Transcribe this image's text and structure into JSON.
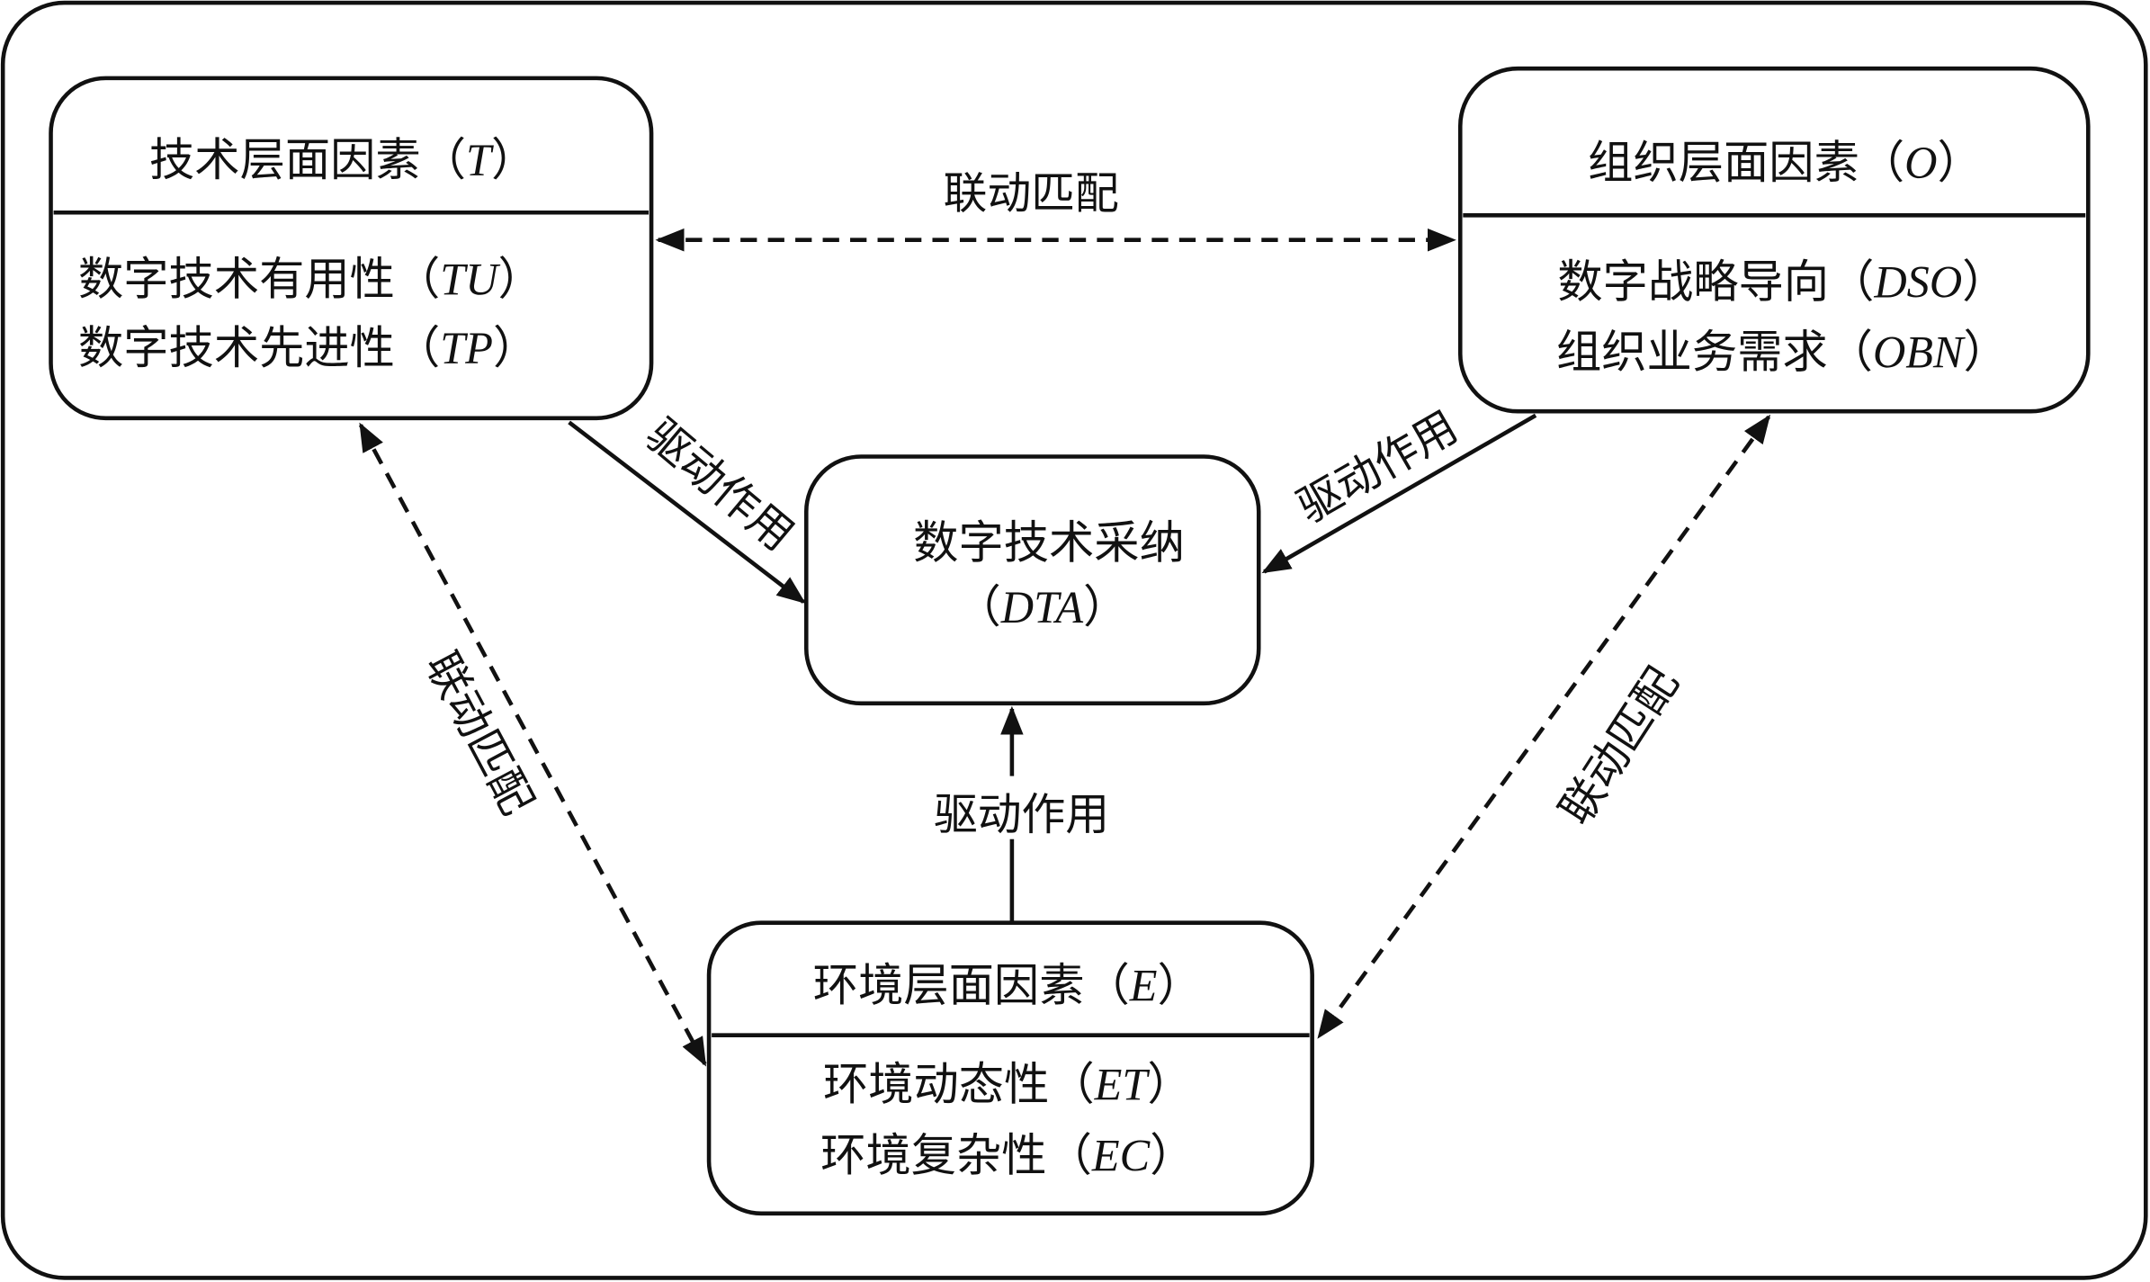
{
  "colors": {
    "stroke": "#111111",
    "background": "#ffffff"
  },
  "nodes": {
    "tech": {
      "title": {
        "text": "技术层面因素（",
        "code": "T",
        "close": "）"
      },
      "items": [
        {
          "text": "数字技术有用性（",
          "code": "TU",
          "close": "）"
        },
        {
          "text": "数字技术先进性（",
          "code": "TP",
          "close": "）"
        }
      ]
    },
    "org": {
      "title": {
        "text": "组织层面因素（",
        "code": "O",
        "close": "）"
      },
      "items": [
        {
          "text": "数字战略导向（",
          "code": "DSO",
          "close": "）"
        },
        {
          "text": "组织业务需求（",
          "code": "OBN",
          "close": "）"
        }
      ]
    },
    "dta": {
      "title": {
        "text": "数字技术采纳"
      },
      "sub": {
        "text": "（",
        "code": "DTA",
        "close": "）"
      }
    },
    "env": {
      "title": {
        "text": "环境层面因素（",
        "code": "E",
        "close": "）"
      },
      "items": [
        {
          "text": "环境动态性（",
          "code": "ET",
          "close": "）"
        },
        {
          "text": "环境复杂性（",
          "code": "EC",
          "close": "）"
        }
      ]
    }
  },
  "edges": {
    "tech_org": "联动匹配",
    "tech_env": "联动匹配",
    "org_env": "联动匹配",
    "tech_dta": "驱动作用",
    "org_dta": "驱动作用",
    "env_dta": "驱动作用"
  }
}
